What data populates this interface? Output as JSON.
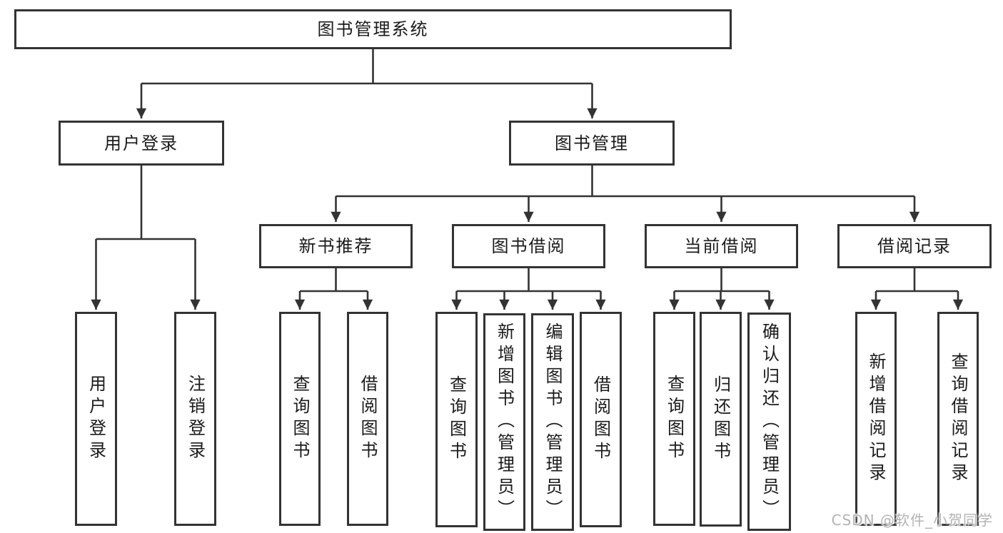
{
  "diagram": {
    "title": "图书管理系统",
    "nodes": {
      "root": {
        "label": "图书管理系统"
      },
      "user_login": {
        "label": "用户登录"
      },
      "book_management": {
        "label": "图书管理"
      },
      "new_book_recommend": {
        "label": "新书推荐"
      },
      "book_borrow": {
        "label": "图书借阅"
      },
      "current_borrow": {
        "label": "当前借阅"
      },
      "borrow_record": {
        "label": "借阅记录"
      },
      "leaf_user_login": {
        "label": "用户登录"
      },
      "leaf_logout": {
        "label": "注销登录"
      },
      "leaf_nbr_query": {
        "label": "查询图书"
      },
      "leaf_nbr_borrow": {
        "label": "借阅图书"
      },
      "leaf_bb_query": {
        "label": "查询图书"
      },
      "leaf_bb_add": {
        "label": "新增图书（管理员）"
      },
      "leaf_bb_edit": {
        "label": "编辑图书（管理员）"
      },
      "leaf_bb_borrow": {
        "label": "借阅图书"
      },
      "leaf_cb_query": {
        "label": "查询图书"
      },
      "leaf_cb_return": {
        "label": "归还图书"
      },
      "leaf_cb_confirm": {
        "label": "确认归还（管理员）"
      },
      "leaf_br_add": {
        "label": "新增借阅记录"
      },
      "leaf_br_query": {
        "label": "查询借阅记录"
      }
    },
    "colors": {
      "line": "#333333",
      "text": "#1a1a1a",
      "box_background": "#ffffff",
      "watermark": "#b3b3b3"
    }
  },
  "watermark": {
    "text": "CSDN @软件_小贺同学"
  }
}
